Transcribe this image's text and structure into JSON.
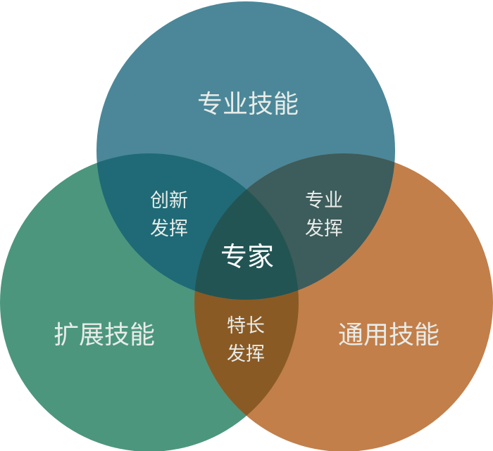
{
  "diagram": {
    "type": "venn",
    "sets": [
      {
        "label": "专业技能",
        "color": "#4b8798"
      },
      {
        "label": "扩展技能",
        "color": "#4c967e"
      },
      {
        "label": "通用技能",
        "color": "#c27f4a"
      }
    ],
    "intersections": {
      "top_left": {
        "line1": "创新",
        "line2": "发挥",
        "color": "#1f6a76"
      },
      "top_right": {
        "line1": "专业",
        "line2": "发挥",
        "color": "#3d5c5c"
      },
      "left_right": {
        "line1": "特长",
        "line2": "发挥",
        "color": "#8a5a25"
      },
      "all": {
        "label": "专家",
        "color": "#225454"
      }
    }
  }
}
